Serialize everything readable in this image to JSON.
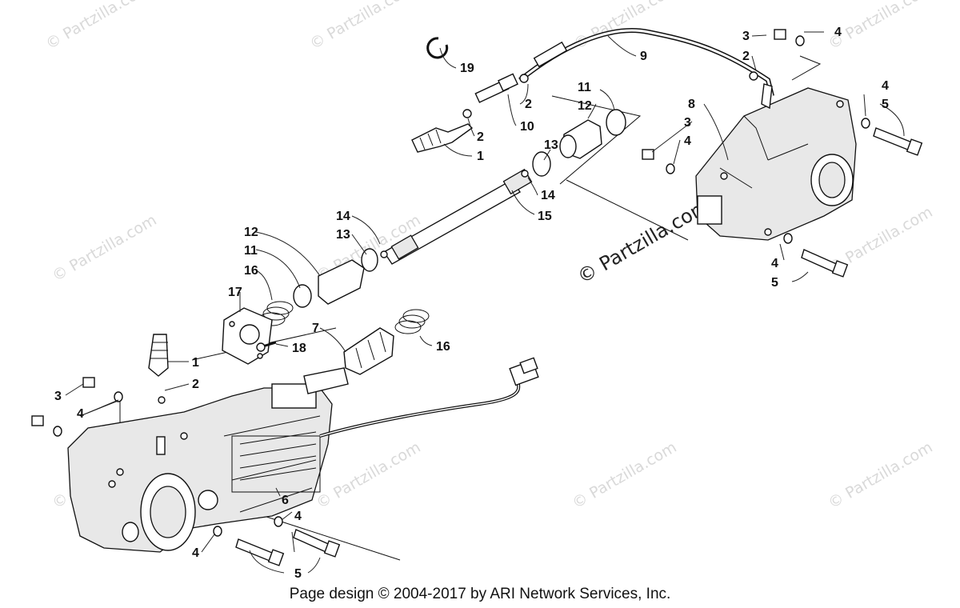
{
  "watermark": "© Partzilla.com",
  "footer": "Page design © 2004-2017 by ARI Network Services, Inc.",
  "callouts": {
    "c1a": "1",
    "c1b": "1",
    "c2a": "2",
    "c2b": "2",
    "c2c": "2",
    "c2d": "2",
    "c3a": "3",
    "c3b": "3",
    "c3c": "3",
    "c4a": "4",
    "c4b": "4",
    "c4c": "4",
    "c4d": "4",
    "c4e": "4",
    "c4f": "4",
    "c5a": "5",
    "c5b": "5",
    "c5c": "5",
    "c6": "6",
    "c7": "7",
    "c8": "8",
    "c9": "9",
    "c10": "10",
    "c11a": "11",
    "c11b": "11",
    "c12a": "12",
    "c12b": "12",
    "c13a": "13",
    "c13b": "13",
    "c14a": "14",
    "c14b": "14",
    "c15": "15",
    "c16a": "16",
    "c16b": "16",
    "c17": "17",
    "c18": "18",
    "c19": "19"
  }
}
